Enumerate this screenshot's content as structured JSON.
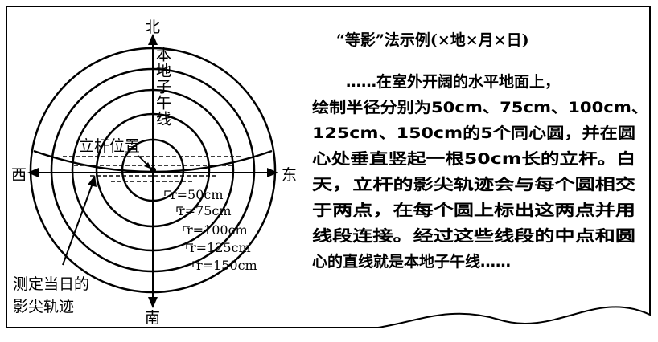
{
  "diagram": {
    "north_label": "北",
    "south_label": "南",
    "west_label": "西",
    "east_label": "东",
    "meridian_label": "本地子午线",
    "pole_label": "立杆位置",
    "track_label_line1": "测定当日的",
    "track_label_line2": "影尖轨迹",
    "radii_labels": [
      "r=50cm",
      "r=75cm",
      "r=100cm",
      "r=125cm",
      "r=150cm"
    ]
  },
  "text_panel": {
    "title": "“等影”法示例(×地×月×日)",
    "lines": [
      "……在室外开阔的水平地面上，",
      "绘制半径分别为50cm、75cm、100cm、",
      "125cm、150cm的5个同心圆，并在圆",
      "心处垂直竖起一根50cm长的立杆。白",
      "天，立杆的影尖轨迹会与每个圆相交",
      "于两点，在每个圆上标出这两点并用",
      "线段连接。经过这些线段的中点和圆",
      "心的直线就是本地子午线……"
    ]
  }
}
